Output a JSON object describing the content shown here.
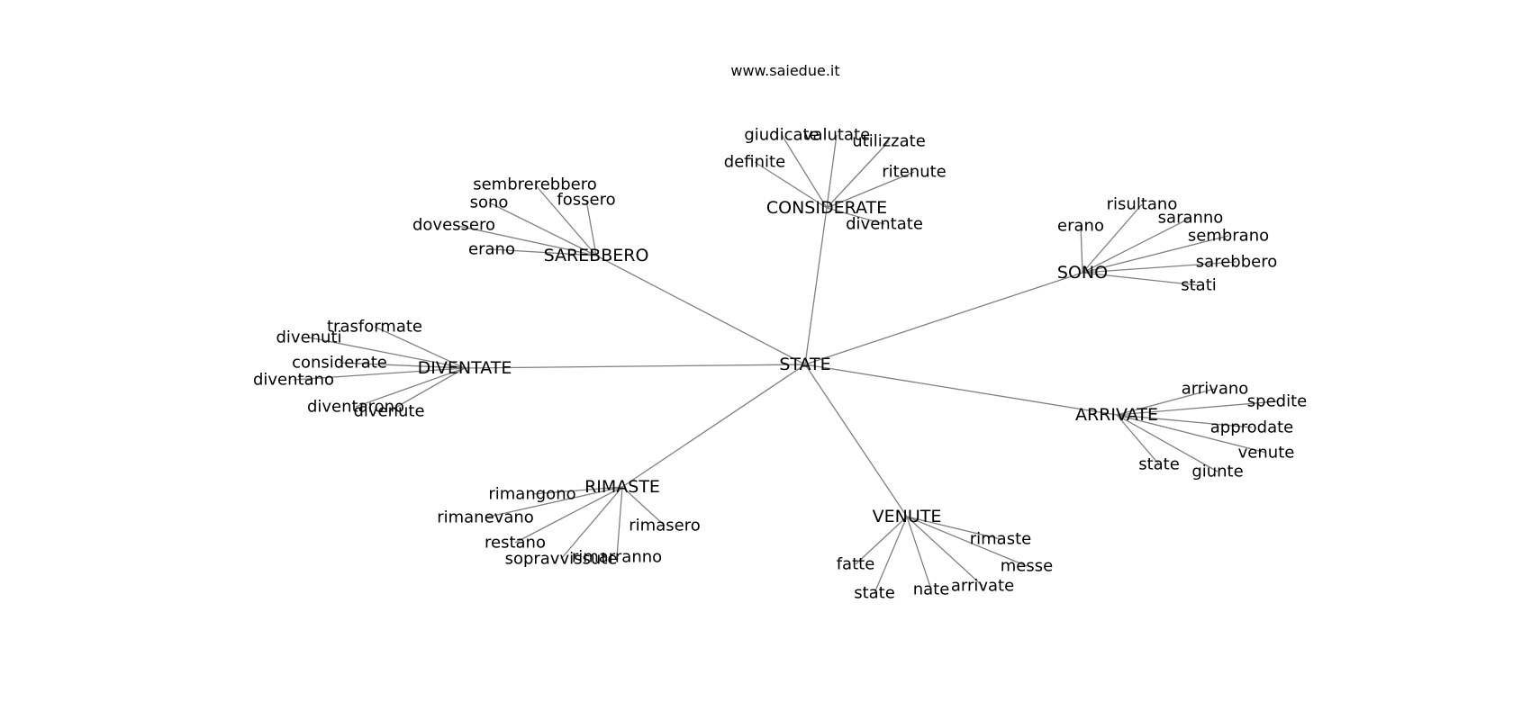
{
  "watermark": "www.saiedue.it",
  "graph": {
    "root": "STATE",
    "hubs": [
      {
        "label": "CONSIDERATE",
        "leaves": [
          "giudicate",
          "valutate",
          "utilizzate",
          "definite",
          "ritenute",
          "diventate"
        ]
      },
      {
        "label": "SAREBBERO",
        "leaves": [
          "sembrerebbero",
          "sono",
          "fossero",
          "dovessero",
          "erano"
        ]
      },
      {
        "label": "SONO",
        "leaves": [
          "erano",
          "risultano",
          "saranno",
          "sembrano",
          "sarebbero",
          "stati"
        ]
      },
      {
        "label": "DIVENTATE",
        "leaves": [
          "trasformate",
          "divenuti",
          "considerate",
          "diventano",
          "diventarono",
          "divenute"
        ]
      },
      {
        "label": "ARRIVATE",
        "leaves": [
          "arrivano",
          "spedite",
          "approdate",
          "venute",
          "state",
          "giunte"
        ]
      },
      {
        "label": "RIMASTE",
        "leaves": [
          "rimangono",
          "rimanevano",
          "restano",
          "sopravvissute",
          "rimarranno",
          "rimasero"
        ]
      },
      {
        "label": "VENUTE",
        "leaves": [
          "rimaste",
          "messe",
          "fatte",
          "state",
          "nate",
          "arrivate"
        ]
      }
    ]
  }
}
